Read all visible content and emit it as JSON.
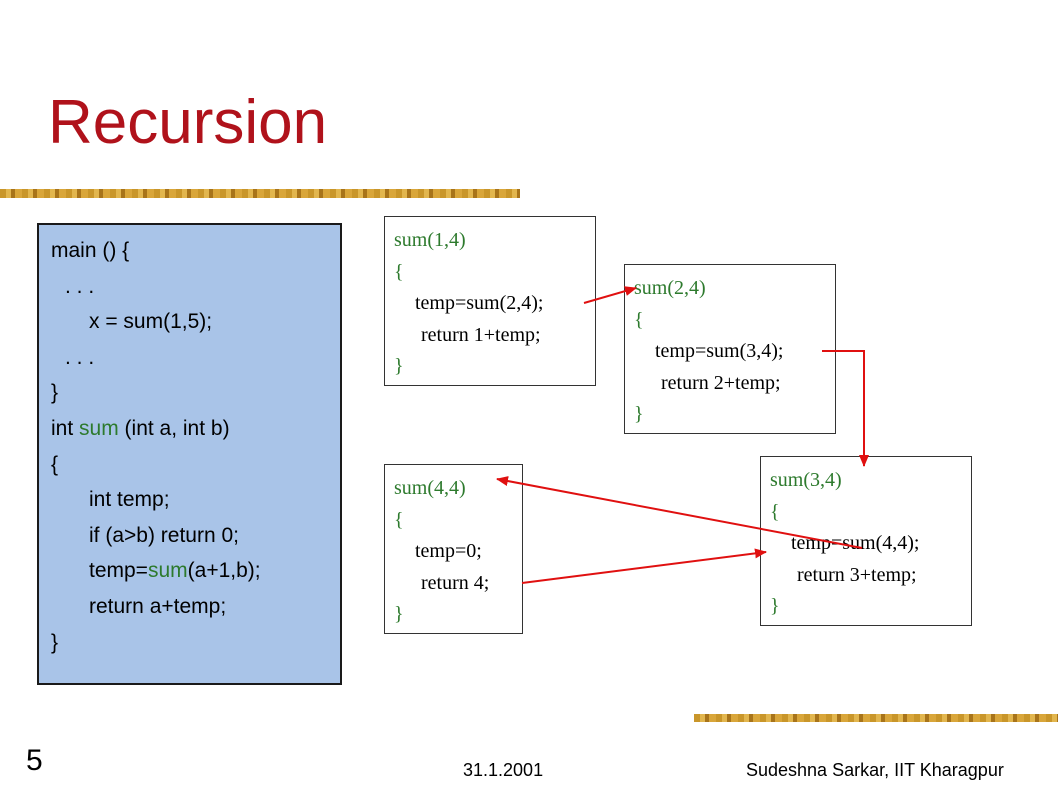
{
  "slide": {
    "title": "Recursion",
    "number": "5",
    "date": "31.1.2001",
    "author": "Sudeshna Sarkar, IIT Kharagpur"
  },
  "code": {
    "line1": "main () {",
    "line2": ". . .",
    "line3": "x = sum(1,5);",
    "line4": ". . .",
    "line5": "}",
    "line6_pre": "int ",
    "line6_fn": "sum",
    "line6_post": " (int a, int b)",
    "line7": "{",
    "line8": "int temp;",
    "line9": "if (a>b) return 0;",
    "line10_pre": "temp=",
    "line10_fn": "sum",
    "line10_post": "(a+1,b);",
    "line11": "return a+temp;",
    "line12": "}"
  },
  "frames": [
    {
      "header": "sum(1,4)",
      "open": "{",
      "stmt": "temp=sum(2,4);",
      "ret": "return 1+temp;",
      "close": "}"
    },
    {
      "header": "sum(2,4)",
      "open": "{",
      "stmt": "temp=sum(3,4);",
      "ret": "return 2+temp;",
      "close": "}"
    },
    {
      "header": "sum(3,4)",
      "open": "{",
      "stmt": "temp=sum(4,4);",
      "ret": "return 3+temp;",
      "close": "}"
    },
    {
      "header": "sum(4,4)",
      "open": "{",
      "stmt": "temp=0;",
      "ret": "return 4;",
      "close": "}"
    }
  ],
  "colors": {
    "title": "#b0121b",
    "code_background": "#a9c4e8",
    "function_name": "#2d7a2d",
    "arrow": "#e01010"
  }
}
